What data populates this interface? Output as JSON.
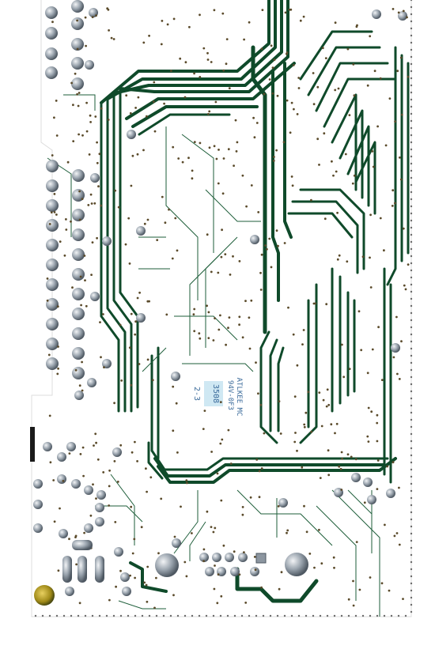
{
  "marking": {
    "vendor_line": "ATLKEE MC",
    "rating_line": "94V-0F3",
    "date_code": "3508",
    "revision": "2-3"
  },
  "colors": {
    "board": "#ffffff",
    "trace": "#0f4a2a",
    "trace_dark": "#0b2f1c",
    "pad": "#8c96a0",
    "pad_hi": "#e6eaee",
    "via": "#5a4a2a",
    "label_fill": "#cfe8f3",
    "silk": "#3a6a9a",
    "gold_pad": "#b8a020"
  }
}
